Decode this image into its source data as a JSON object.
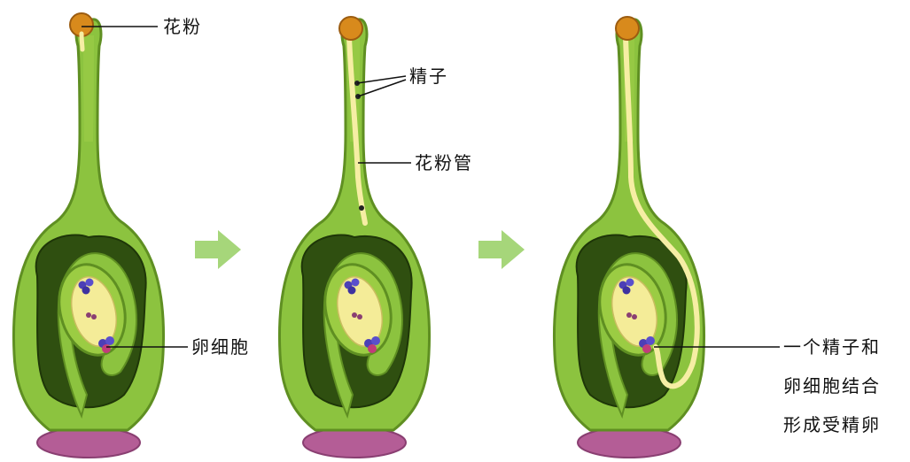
{
  "colors": {
    "pistil_fill": "#8cc33f",
    "pistil_stroke": "#5f8f22",
    "ovary_cavity": "#2f4f10",
    "ovule_fill": "#9bcc43",
    "embryo_sac": "#f4ec98",
    "pollen": "#d88a1c",
    "pollen_tube": "#f6eea4",
    "receptacle": "#b45d96",
    "arrow": "#a6d67a",
    "nucleus": "#4c3fb6"
  },
  "labels": {
    "pollen": "花粉",
    "sperm": "精子",
    "pollen_tube": "花粉管",
    "egg_cell": "卵细胞",
    "fertilization_line1": "一个精子和",
    "fertilization_line2": "卵细胞结合",
    "fertilization_line3": "形成受精卵"
  },
  "icons": {
    "arrow1": "right-arrow-icon",
    "arrow2": "right-arrow-icon"
  }
}
